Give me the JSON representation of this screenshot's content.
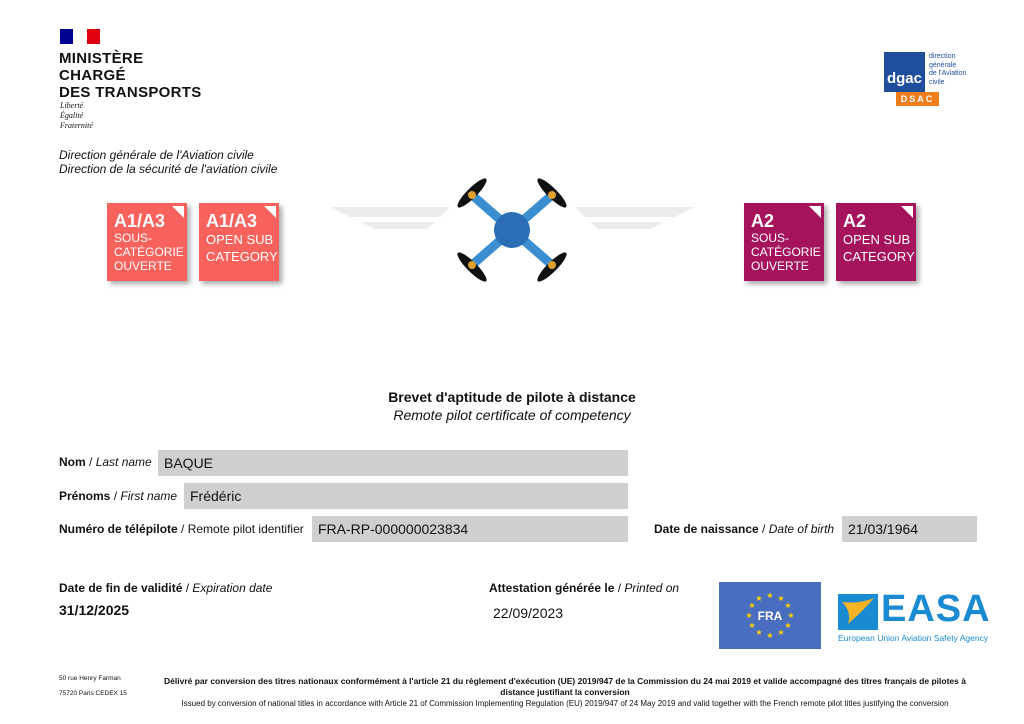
{
  "ministry": {
    "lines": [
      "MINISTÈRE",
      "CHARGÉ",
      "DES TRANSPORTS"
    ],
    "motto": [
      "Liberté",
      "Égalité",
      "Fraternité"
    ]
  },
  "dgac": {
    "logo": "dgac",
    "sub": "DSAC",
    "text": [
      "direction",
      "générale",
      "de l'Aviation",
      "civile"
    ]
  },
  "directions": [
    "Direction générale de l'Aviation civile",
    "Direction de la sécurité de l'aviation civile"
  ],
  "badges": [
    {
      "code": "A1/A3",
      "sub": [
        "SOUS-",
        "CATÉGORIE",
        "OUVERTE"
      ],
      "color": "#f7625c"
    },
    {
      "code": "A1/A3",
      "sub": [
        "OPEN SUB",
        "CATEGORY"
      ],
      "color": "#f7625c"
    },
    {
      "code": "A2",
      "sub": [
        "SOUS-",
        "CATÉGORIE",
        "OUVERTE"
      ],
      "color": "#a4135c"
    },
    {
      "code": "A2",
      "sub": [
        "OPEN SUB",
        "CATEGORY"
      ],
      "color": "#a4135c"
    }
  ],
  "title": {
    "fr": "Brevet d'aptitude de pilote à distance",
    "en": "Remote pilot certificate of competency"
  },
  "fields": {
    "last_name": {
      "fr": "Nom",
      "en": "Last name",
      "value": "BAQUE"
    },
    "first_name": {
      "fr": "Prénoms",
      "en": "First name",
      "value": "Frédéric"
    },
    "pilot_id": {
      "fr": "Numéro de télépilote",
      "en": "Remote pilot identifier",
      "value": "FRA-RP-000000023834"
    },
    "birth": {
      "fr": "Date de naissance",
      "en": "Date of birth",
      "value": "21/03/1964"
    },
    "expiry": {
      "fr": "Date de fin de validité",
      "en": "Expiration date",
      "value": "31/12/2025"
    },
    "printed": {
      "fr": "Attestation générée le",
      "en": "Printed on",
      "value": "22/09/2023"
    }
  },
  "logos": {
    "fra": "FRA",
    "easa": "EASA",
    "easa_sub": "European Union Aviation Safety Agency"
  },
  "address": [
    "50 rue Henry Farman",
    "75720 Paris CEDEX 15"
  ],
  "footer": {
    "fr": "Délivré par conversion des titres nationaux conformément à l'article 21 du règlement d'exécution (UE) 2019/947 de la Commission du 24 mai 2019 et valide accompagné des titres français de pilotes à distance justifiant la conversion",
    "en": "Issued by conversion of national titles in accordance with Article 21 of Commission Implementing Regulation (EU) 2019/947 of 24 May 2019 and valid together with the French remote pilot titles justifying the conversion"
  }
}
